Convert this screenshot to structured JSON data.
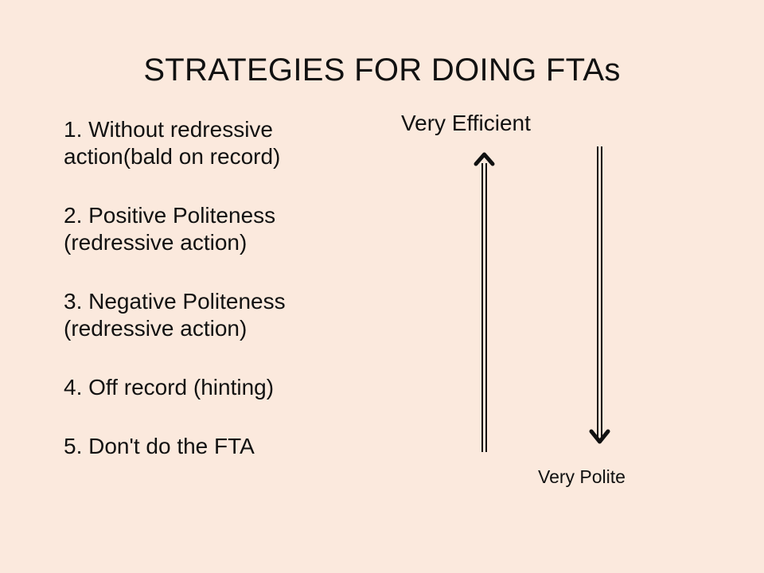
{
  "slide": {
    "title": "STRATEGIES FOR DOING FTAs",
    "strategies": [
      {
        "lines": [
          "1. Without redressive",
          "action(bald on record)"
        ]
      },
      {
        "lines": [
          "2. Positive Politeness",
          "(redressive action)"
        ]
      },
      {
        "lines": [
          "3. Negative Politeness",
          "(redressive action)"
        ]
      },
      {
        "lines": [
          "4. Off record (hinting)"
        ]
      },
      {
        "lines": [
          "5. Don't do the FTA"
        ]
      }
    ],
    "scale": {
      "top_label": "Very Efficient",
      "bottom_label": "Very Polite",
      "up_arrow_icon": "arrow-up-icon",
      "down_arrow_icon": "arrow-down-icon"
    }
  },
  "colors": {
    "background": "#fbe9dd",
    "text": "#111111"
  }
}
